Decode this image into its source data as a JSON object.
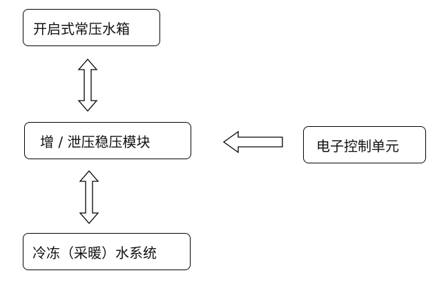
{
  "nodes": {
    "open_tank": "开启式常压水箱",
    "pressure_module": "增 / 泄压稳压模块",
    "control_unit": "电子控制单元",
    "loop_system": "冷冻（采暖）水系统"
  },
  "edges": [
    {
      "from": "open_tank",
      "to": "pressure_module",
      "direction": "both"
    },
    {
      "from": "pressure_module",
      "to": "loop_system",
      "direction": "both"
    },
    {
      "from": "control_unit",
      "to": "pressure_module",
      "direction": "single"
    }
  ]
}
